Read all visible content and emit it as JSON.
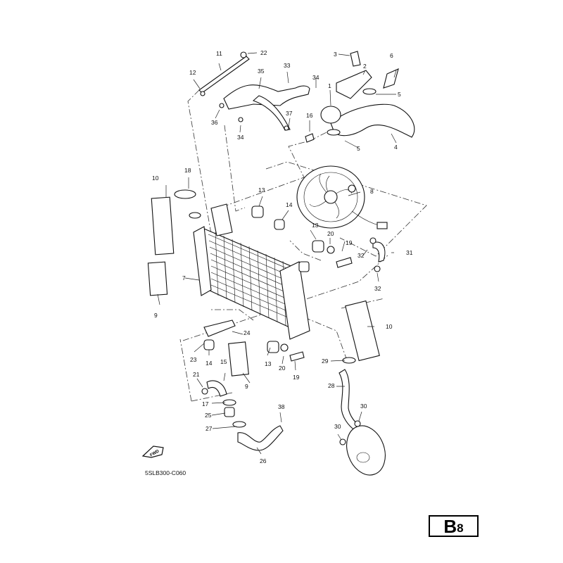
{
  "diagram": {
    "figure_code": "5SLB300-C060",
    "page_badge": {
      "letter": "B",
      "number": "8"
    },
    "fwd_label": "FWD",
    "callouts": [
      "1",
      "2",
      "3",
      "4",
      "5",
      "5",
      "6",
      "7",
      "8",
      "9",
      "9",
      "10",
      "10",
      "11",
      "12",
      "13",
      "13",
      "13",
      "14",
      "14",
      "15",
      "16",
      "17",
      "18",
      "19",
      "19",
      "20",
      "20",
      "21",
      "22",
      "23",
      "24",
      "24",
      "25",
      "26",
      "27",
      "28",
      "29",
      "30",
      "30",
      "31",
      "32",
      "32",
      "33",
      "34",
      "34",
      "35",
      "36",
      "37",
      "38"
    ]
  }
}
